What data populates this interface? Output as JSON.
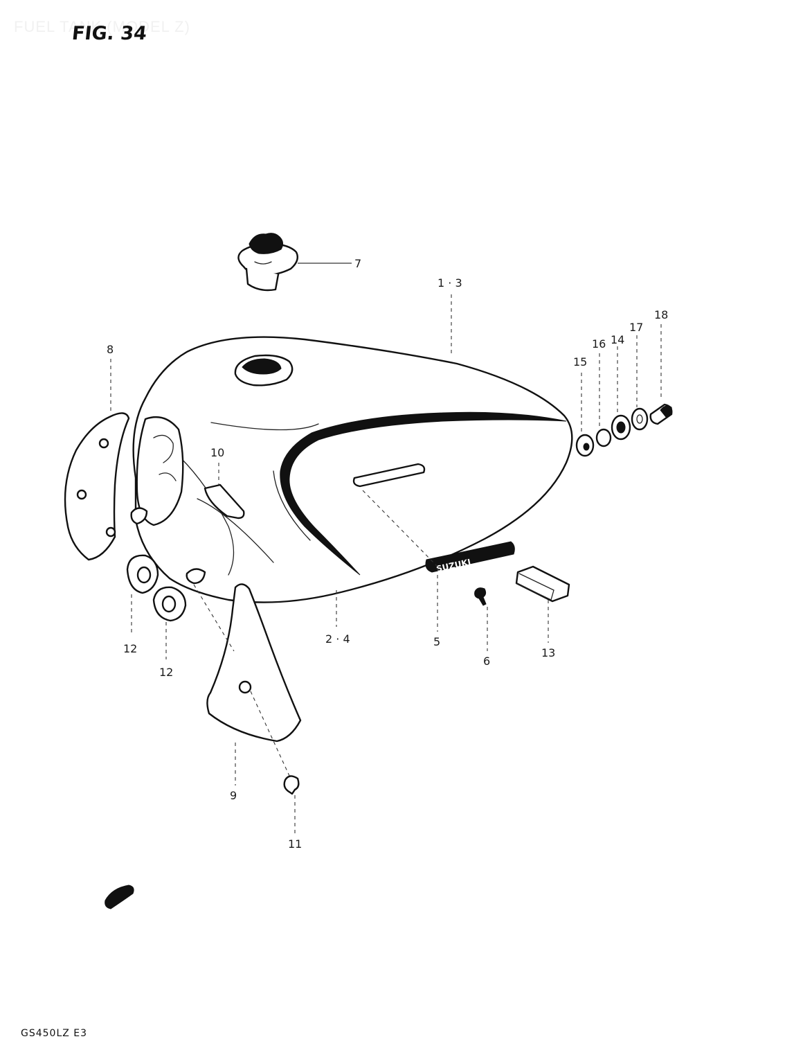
{
  "figure": {
    "faint_header": "FUEL TANK (MODEL Z)",
    "label": "FIG. 34",
    "footer_code": "GS450LZ E3"
  },
  "callouts": {
    "c1_3": "1 · 3",
    "c2_4": "2 · 4",
    "c5": "5",
    "c6": "6",
    "c7": "7",
    "c8": "8",
    "c9": "9",
    "c10": "10",
    "c11": "11",
    "c12a": "12",
    "c12b": "12",
    "c13": "13",
    "c14": "14",
    "c15": "15",
    "c16": "16",
    "c17": "17",
    "c18": "18"
  },
  "badge_text": "SUZUKI"
}
